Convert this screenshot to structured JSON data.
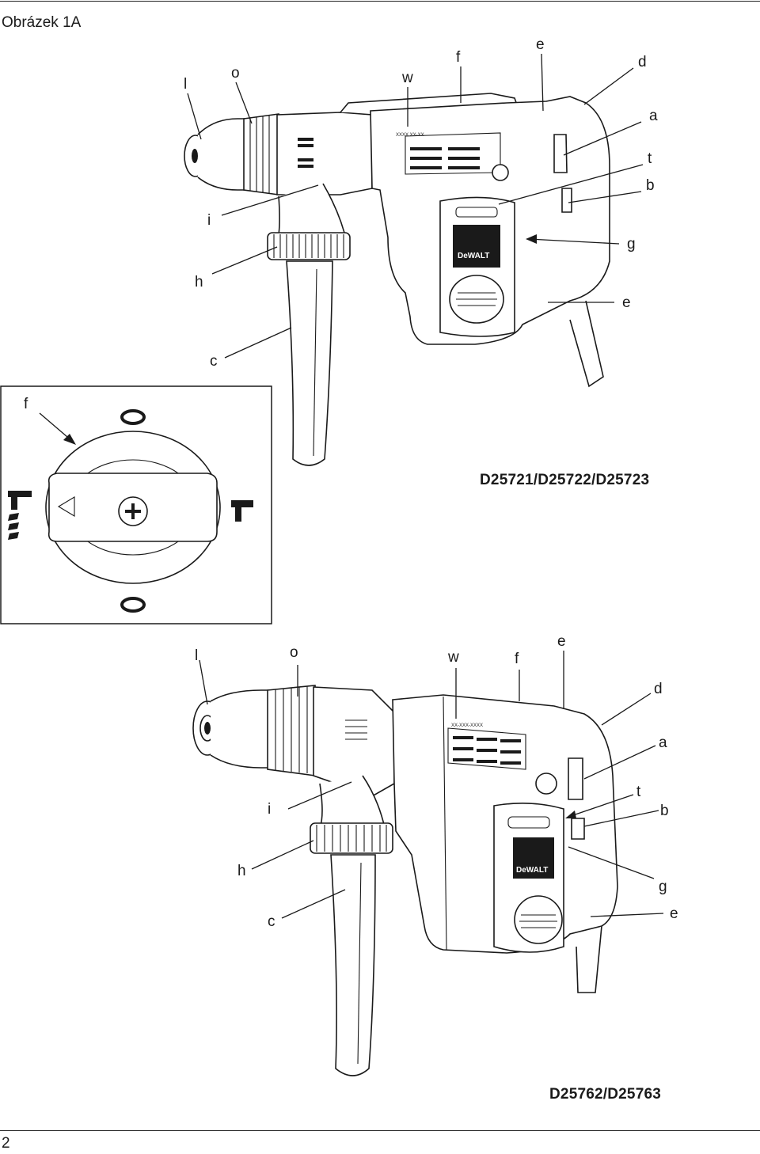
{
  "header": {
    "title": "Obrázek 1A"
  },
  "figure_top": {
    "model": "D25721/D25722/D25723",
    "labels": {
      "l": "l",
      "o": "o",
      "w": "w",
      "f": "f",
      "e": "e",
      "d": "d",
      "a": "a",
      "t": "t",
      "b": "b",
      "g": "g",
      "i": "i",
      "h": "h",
      "e2": "e",
      "c": "c"
    },
    "serial_text": "XXXX XX-XX",
    "brand": "DeWALT"
  },
  "inset": {
    "label_f": "f"
  },
  "figure_bottom": {
    "model": "D25762/D25763",
    "labels": {
      "l": "l",
      "o": "o",
      "w": "w",
      "f": "f",
      "e": "e",
      "d": "d",
      "a": "a",
      "t": "t",
      "b": "b",
      "i": "i",
      "h": "h",
      "g": "g",
      "c": "c",
      "e2": "e"
    },
    "serial_text": "XX-XXX-XXXX",
    "brand": "DeWALT"
  },
  "footer": {
    "page_number": "2"
  }
}
